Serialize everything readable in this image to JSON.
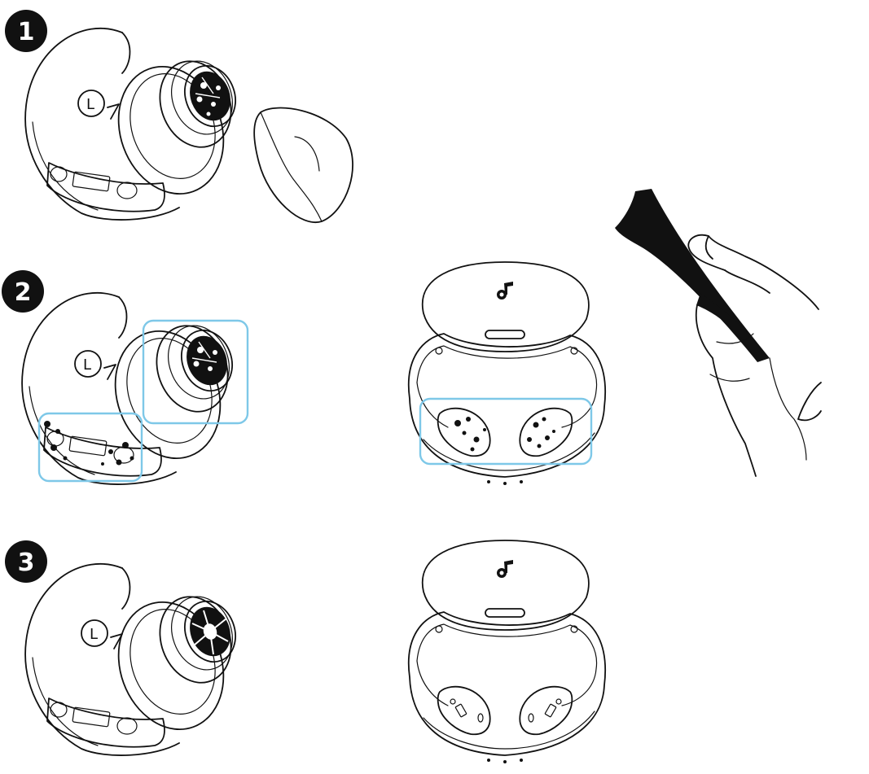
{
  "steps": [
    {
      "number": "1",
      "id": "remove-ear-tip"
    },
    {
      "number": "2",
      "id": "dirty-earbud-and-case"
    },
    {
      "number": "3",
      "id": "clean-earbud-and-case"
    }
  ],
  "earbud": {
    "side_mark": "L"
  },
  "colors": {
    "ink": "#111111",
    "highlight": "#7ec8e8",
    "background": "#ffffff"
  },
  "icons": {
    "brand_logo": "soundcore-logo-icon",
    "cloth": "cleaning-cloth-icon"
  }
}
